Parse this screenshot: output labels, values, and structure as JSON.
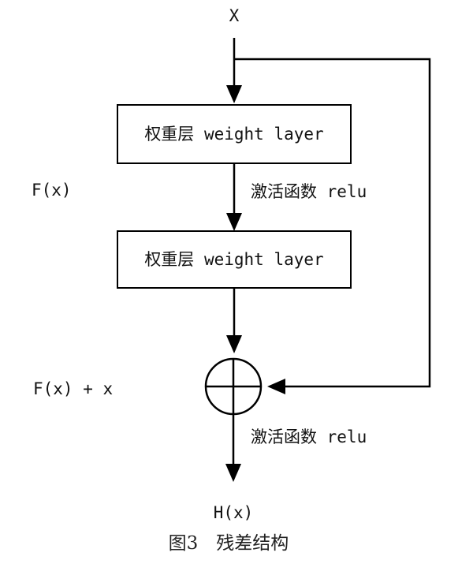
{
  "input_label": "X",
  "residual_function_label": "F(x)",
  "sum_label": "F(x) + x",
  "output_label": "H(x)",
  "layer_1_label": "权重层 weight layer",
  "layer_2_label": "权重层 weight layer",
  "activation_1_label": "激活函数 relu",
  "activation_2_label": "激活函数 relu",
  "caption": "图3　残差结构"
}
